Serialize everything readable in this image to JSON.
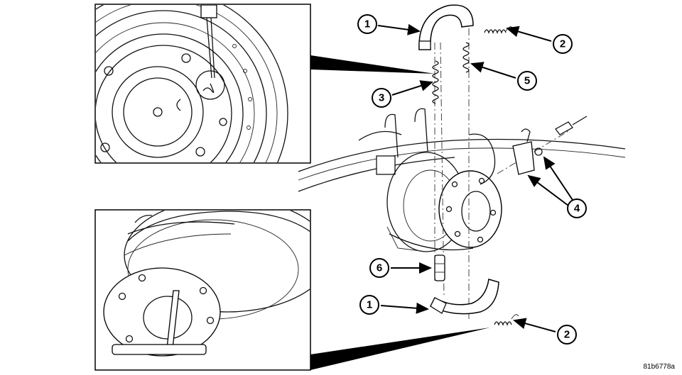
{
  "figure_id": "81b6778a",
  "callouts": [
    {
      "label": "1"
    },
    {
      "label": "2"
    },
    {
      "label": "3"
    },
    {
      "label": "5"
    },
    {
      "label": "4"
    },
    {
      "label": "6"
    },
    {
      "label": "1"
    },
    {
      "label": "2"
    }
  ]
}
